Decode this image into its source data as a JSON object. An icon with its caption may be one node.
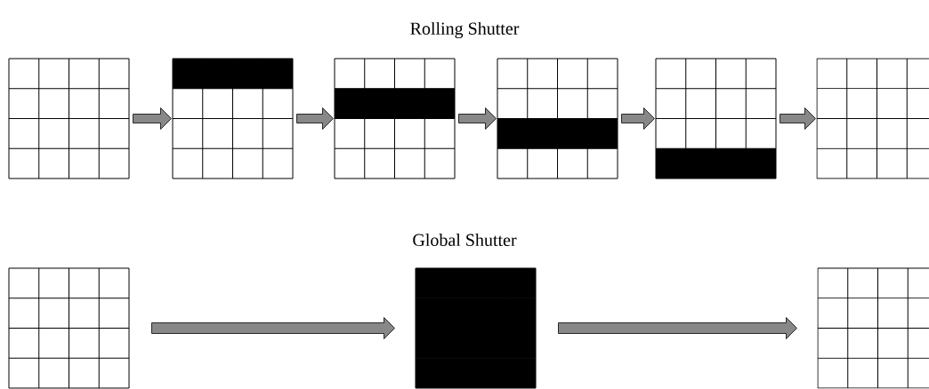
{
  "diagram": {
    "nodes": [
      {
        "text": [],
        "shape": "grid"
      },
      {
        "text": [],
        "shape": "grid"
      },
      {
        "text": [],
        "shape": "grid"
      },
      {
        "text": [],
        "shape": "grid"
      },
      {
        "text": [],
        "shape": "grid"
      },
      {
        "text": [],
        "shape": "grid"
      },
      {
        "text": [],
        "shape": "grid"
      },
      {
        "text": [],
        "shape": "grid"
      },
      {
        "text": [],
        "shape": "grid"
      }
    ],
    "edges": [
      {
        "from": 0,
        "to": 1,
        "arrow": "to"
      },
      {
        "from": 1,
        "to": 2,
        "arrow": "to"
      },
      {
        "from": 2,
        "to": 3,
        "arrow": "to"
      },
      {
        "from": 3,
        "to": 4,
        "arrow": "to"
      },
      {
        "from": 4,
        "to": 5,
        "arrow": "to"
      },
      {
        "from": 6,
        "to": 7,
        "arrow": "to"
      },
      {
        "from": 7,
        "to": 8,
        "arrow": "to"
      }
    ],
    "labels": [
      "Rolling Shutter",
      "Global Shutter"
    ]
  }
}
